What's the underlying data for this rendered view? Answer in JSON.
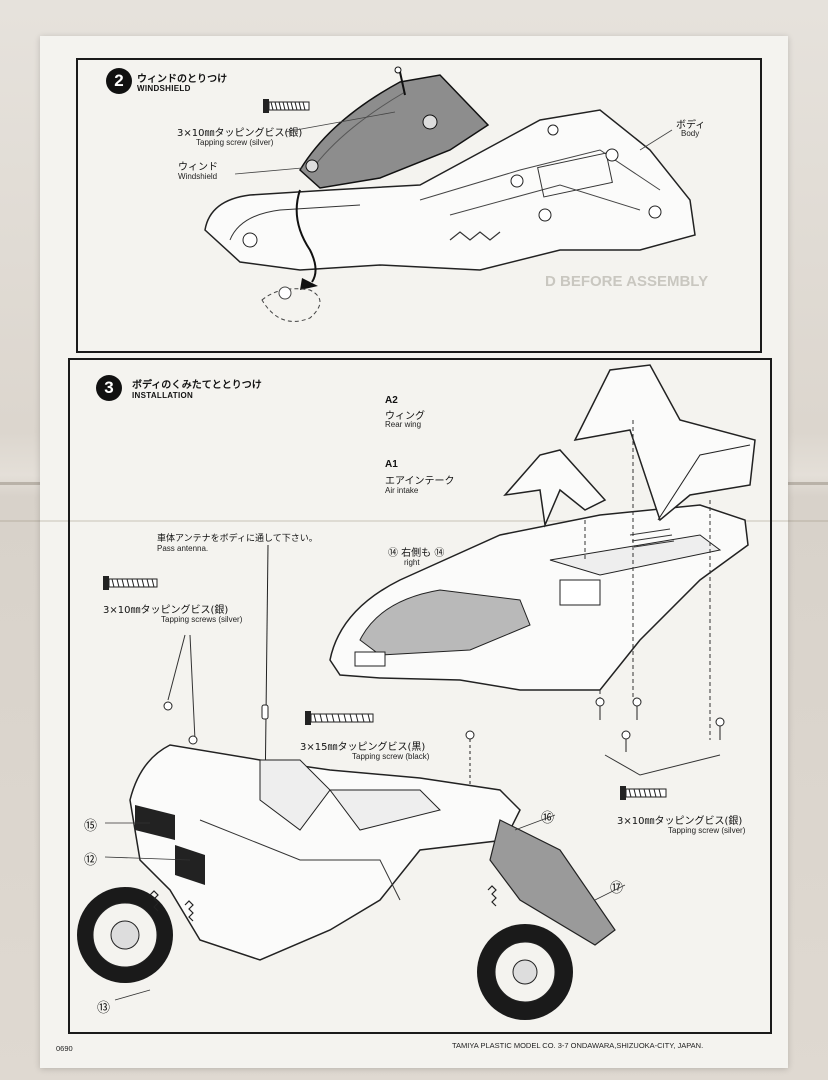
{
  "step2": {
    "number": "2",
    "title_jp": "ウィンドのとりつけ",
    "title_en": "WINDSHIELD",
    "screw_jp": "3×10㎜タッピングビス(銀)",
    "screw_en": "Tapping screw (silver)",
    "windshield_jp": "ウィンド",
    "windshield_en": "Windshield",
    "body_jp": "ボディ",
    "body_en": "Body"
  },
  "step3": {
    "number": "3",
    "title_jp": "ボディのくみたてととりつけ",
    "title_en": "INSTALLATION",
    "a2_code": "A2",
    "a2_jp": "ウィング",
    "a2_en": "Rear wing",
    "a1_code": "A1",
    "a1_jp": "エアインテーク",
    "a1_en": "Air intake",
    "right_jp": "⑭ 右側も ⑭",
    "right_en": "right",
    "antenna_jp": "車体アンテナをボディに通して下さい。",
    "antenna_en": "Pass antenna.",
    "screws_left_jp": "3×10㎜タッピングビス(銀)",
    "screws_left_en": "Tapping screws (silver)",
    "screw_mid_jp": "3×15㎜タッピングビス(黒)",
    "screw_mid_en": "Tapping screw (black)",
    "screw_right_jp": "3×10㎜タッピングビス(銀)",
    "screw_right_en": "Tapping screw (silver)",
    "marker_15": "⑮",
    "marker_12": "⑫",
    "marker_13": "⑬",
    "marker_16": "⑯",
    "marker_17": "⑰"
  },
  "footer": {
    "code": "0690",
    "company": "TAMIYA PLASTIC MODEL CO. 3-7 ONDAWARA,SHIZUOKA-CITY, JAPAN."
  },
  "ghost_text": {
    "bleed_before_assembly": "D BEFORE ASSEMBLY"
  }
}
